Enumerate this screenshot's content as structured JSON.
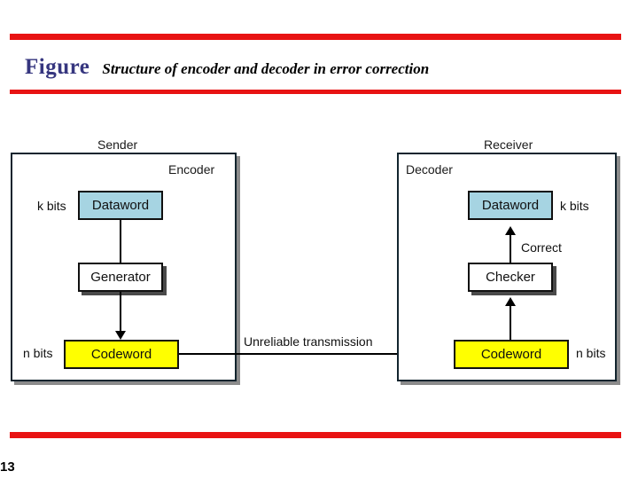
{
  "slide": {
    "page_number": "13",
    "rule_color": "#e81313"
  },
  "title": {
    "label": "Figure",
    "label_color": "#36367f",
    "text": "Structure of encoder and decoder in error correction"
  },
  "figure": {
    "sender": {
      "header": "Sender",
      "panel_caption": "Encoder",
      "nodes": [
        {
          "label": "Dataword",
          "fill": "#a6d4e2",
          "bits": "k bits"
        },
        {
          "label": "Generator",
          "fill": "#ffffff",
          "bits": ""
        },
        {
          "label": "Codeword",
          "fill": "#ffff00",
          "bits": "n bits"
        }
      ]
    },
    "receiver": {
      "header": "Receiver",
      "panel_caption": "Decoder",
      "nodes": [
        {
          "label": "Dataword",
          "fill": "#a6d4e2",
          "bits": "k bits"
        },
        {
          "label": "Checker",
          "fill": "#ffffff",
          "bits": ""
        },
        {
          "label": "Codeword",
          "fill": "#ffff00",
          "bits": "n bits"
        }
      ],
      "correct_label": "Correct"
    },
    "channel": {
      "label": "Unreliable transmission"
    }
  }
}
